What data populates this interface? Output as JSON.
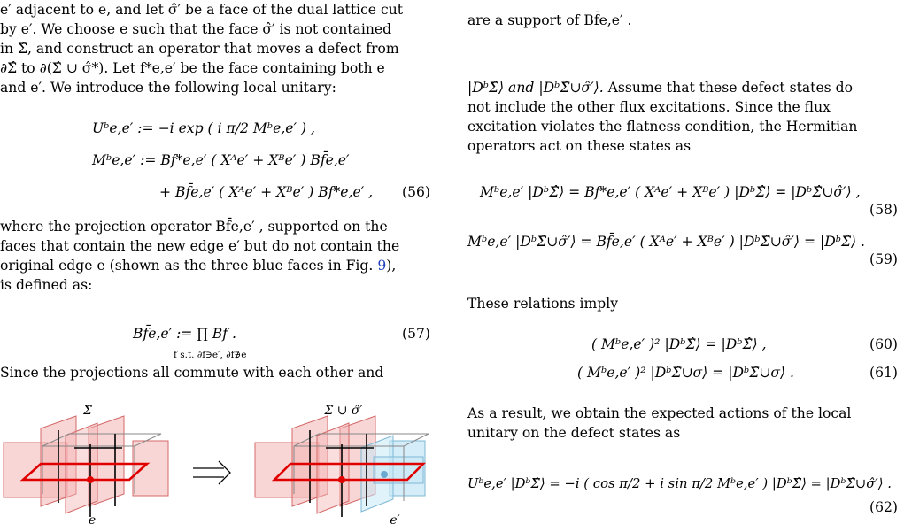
{
  "left": {
    "para1": {
      "l1": "e′ adjacent to e, and let σ̂′ be a face of the dual lattice cut",
      "l2": "by e′. We choose e such that the face σ̂′ is not contained",
      "l3": "in Σ̂, and construct an operator that moves a defect from",
      "l4": "∂Σ̂ to ∂(Σ̂ ∪ σ̂*). Let f*e,e′ be the face containing both e",
      "l5": "and e′. We introduce the following local unitary:"
    },
    "eq56a": "Uᵇe,e′ := −i exp ( i π/2 Mᵇe,e′ ) ,",
    "eq56b": "Mᵇe,e′ := Bf*e,e′ ( Xᴬe′ + Xᴮe′ ) Bf̄e,e′",
    "eq56c": "+ Bf̄e,e′ ( Xᴬe′ + Xᴮe′ ) Bf*e,e′ ,",
    "eq56num": "(56)",
    "para2": {
      "l1": "where the projection operator Bf̄e,e′ , supported on the",
      "l2": "faces that contain the new edge e′ but do not contain the",
      "l3a": "original edge e (shown as the three blue faces in Fig. ",
      "l3ref": "9",
      "l3b": "),",
      "l4": "is defined as:"
    },
    "eq57": "Bf̄e,e′ :=   ∏   Bf .",
    "eq57sub": "f s.t. ∂f∋e′, ∂f∌e",
    "eq57num": "(57)",
    "para3": "Since the projections all commute with each other and",
    "fig": {
      "label_left": "Σ̂",
      "label_right": "Σ̂ ∪ σ̂′",
      "edge_left": "e",
      "edge_right": "e′"
    }
  },
  "right": {
    "top_line": "are a support of Bf̄e,e′ .",
    "para1": {
      "l1a": "|DᵇΣ̂⟩ and |DᵇΣ̂∪σ̂′⟩.",
      "l1b": " Assume that these defect states do",
      "l2": "not include the other flux excitations. Since the flux",
      "l3": "excitation violates the flatness condition, the Hermitian",
      "l4": "operators act on these states as"
    },
    "eq58": "Mᵇe,e′ |DᵇΣ̂⟩ = Bf*e,e′ ( Xᴬe′ + Xᴮe′ ) |DᵇΣ̂⟩ = |DᵇΣ̂∪σ̂′⟩ ,",
    "eq58num": "(58)",
    "eq59": "Mᵇe,e′ |DᵇΣ̂∪σ̂′⟩ = Bf̄e,e′ ( Xᴬe′ + Xᴮe′ ) |DᵇΣ̂∪σ̂′⟩ = |DᵇΣ̂⟩ .",
    "eq59num": "(59)",
    "para2": "These relations imply",
    "eq60": "( Mᵇe,e′ )² |DᵇΣ̂⟩ = |DᵇΣ̂⟩ ,",
    "eq60num": "(60)",
    "eq61": "( Mᵇe,e′ )² |DᵇΣ̂∪σ⟩ = |DᵇΣ̂∪σ⟩ .",
    "eq61num": "(61)",
    "para3": {
      "l1": "As a result, we obtain the expected actions of the local",
      "l2": "unitary on the defect states as"
    },
    "eq62": "Uᵇe,e′ |DᵇΣ̂⟩ = −i ( cos π/2 + i sin π/2 Mᵇe,e′ ) |DᵇΣ̂⟩ = |DᵇΣ̂∪σ̂′⟩ .",
    "eq62num": "(62)"
  }
}
